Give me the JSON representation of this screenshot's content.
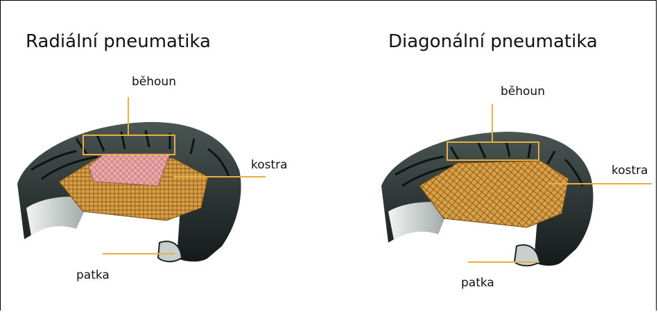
{
  "left_panel": {
    "title": "Radiální pneumatika",
    "labels": {
      "tread": "běhoun",
      "carcass": "kostra",
      "bead": "patka"
    }
  },
  "right_panel": {
    "title": "Diagonální pneumatika",
    "labels": {
      "tread": "běhoun",
      "carcass": "kostra",
      "bead": "patka"
    }
  },
  "colors": {
    "rubber_dark": "#1c2422",
    "rubber_mid": "#3a4543",
    "inner_light": "#d8dcdb",
    "ply_orange": "#d9a048",
    "ply_hatch": "#8a5a1a",
    "belt_pink": "#e9a3a3",
    "leader_line": "#e8b040"
  }
}
